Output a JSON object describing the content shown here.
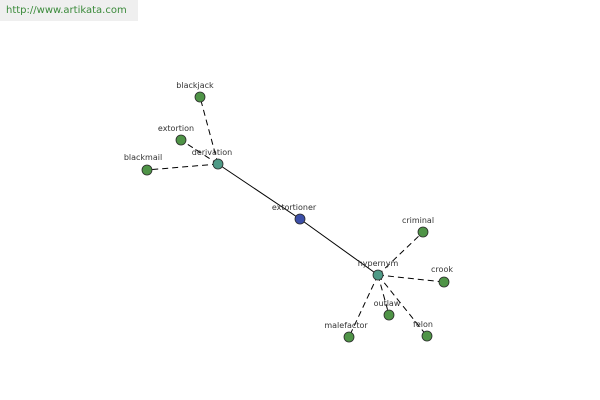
{
  "header": {
    "url": "http://www.artikata.com"
  },
  "colors": {
    "center": "#3c4fa8",
    "relation": "#4e9a86",
    "leaf": "#4f9447",
    "link": "#3a8a3a"
  },
  "graph": {
    "nodes": [
      {
        "id": "extortioner",
        "label": "extortioner",
        "kind": "center"
      },
      {
        "id": "derivation",
        "label": "derivation",
        "kind": "relation"
      },
      {
        "id": "hypernym",
        "label": "hypernym",
        "kind": "relation"
      },
      {
        "id": "blackjack",
        "label": "blackjack",
        "kind": "leaf"
      },
      {
        "id": "extortion",
        "label": "extortion",
        "kind": "leaf"
      },
      {
        "id": "blackmail",
        "label": "blackmail",
        "kind": "leaf"
      },
      {
        "id": "criminal",
        "label": "criminal",
        "kind": "leaf"
      },
      {
        "id": "crook",
        "label": "crook",
        "kind": "leaf"
      },
      {
        "id": "outlaw",
        "label": "outlaw",
        "kind": "leaf"
      },
      {
        "id": "felon",
        "label": "felon",
        "kind": "leaf"
      },
      {
        "id": "malefactor",
        "label": "malefactor",
        "kind": "leaf"
      }
    ],
    "edges": [
      {
        "from": "extortioner",
        "to": "derivation",
        "style": "solid"
      },
      {
        "from": "extortioner",
        "to": "hypernym",
        "style": "solid"
      },
      {
        "from": "derivation",
        "to": "blackjack",
        "style": "dashed"
      },
      {
        "from": "derivation",
        "to": "extortion",
        "style": "dashed"
      },
      {
        "from": "derivation",
        "to": "blackmail",
        "style": "dashed"
      },
      {
        "from": "hypernym",
        "to": "criminal",
        "style": "dashed"
      },
      {
        "from": "hypernym",
        "to": "crook",
        "style": "dashed"
      },
      {
        "from": "hypernym",
        "to": "outlaw",
        "style": "dashed"
      },
      {
        "from": "hypernym",
        "to": "felon",
        "style": "dashed"
      },
      {
        "from": "hypernym",
        "to": "malefactor",
        "style": "dashed"
      }
    ]
  }
}
